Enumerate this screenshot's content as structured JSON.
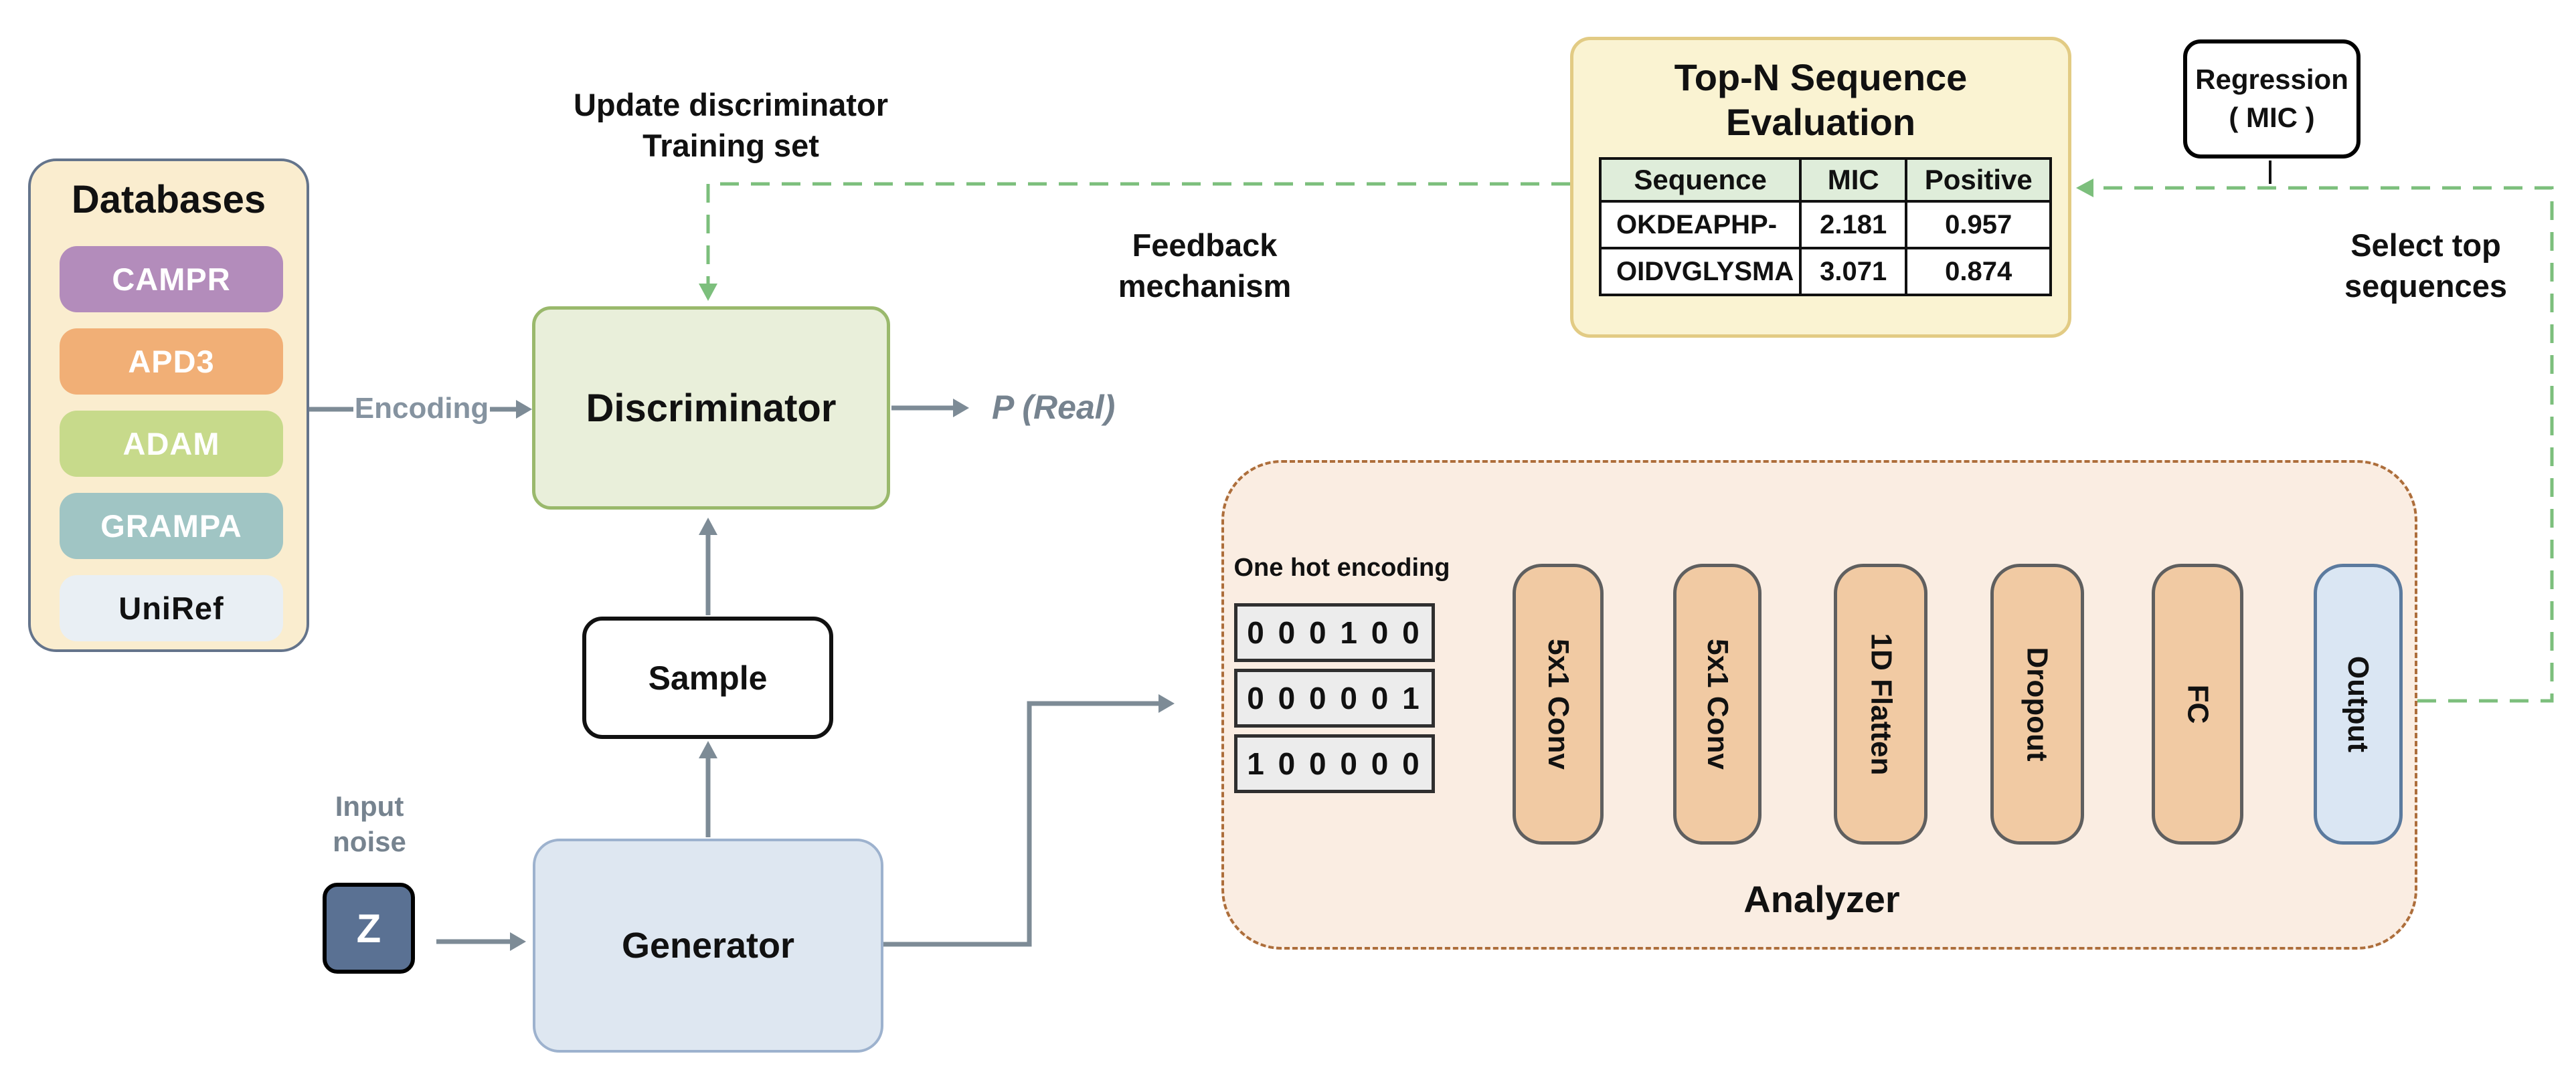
{
  "databases": {
    "title": "Databases",
    "items": [
      {
        "label": "CAMPR",
        "color": "#b38cbb"
      },
      {
        "label": "APD3",
        "color": "#f1af76"
      },
      {
        "label": "ADAM",
        "color": "#c7da8b"
      },
      {
        "label": "GRAMPA",
        "color": "#a0c5c4"
      },
      {
        "label": "UniRef",
        "color": "#e9eff4"
      }
    ]
  },
  "gan": {
    "encoding_label": "Encoding",
    "discriminator_label": "Discriminator",
    "p_real_label": "P (Real)",
    "sample_label": "Sample",
    "generator_label": "Generator",
    "input_noise_line1": "Input",
    "input_noise_line2": "noise",
    "noise_symbol": "Z"
  },
  "annotations": {
    "update_line1": "Update discriminator",
    "update_line2": "Training set",
    "feedback_line1": "Feedback",
    "feedback_line2": "mechanism",
    "select_line1": "Select top",
    "select_line2": "sequences"
  },
  "topn": {
    "title_line1": "Top-N Sequence",
    "title_line2": "Evaluation",
    "table": {
      "headers": [
        "Sequence",
        "MIC",
        "Positive"
      ],
      "rows": [
        [
          "OKDEAPHP-",
          "2.181",
          "0.957"
        ],
        [
          "OIDVGLYSMA",
          "3.071",
          "0.874"
        ]
      ]
    }
  },
  "regression": {
    "line1": "Regression",
    "line2": "( MIC )"
  },
  "analyzer": {
    "title": "Analyzer",
    "onehot_label": "One hot encoding",
    "onehot_rows": [
      "0 0 0 1 0 0",
      "0 0 0 0 0 1",
      "1 0 0 0 0 0"
    ],
    "blocks": [
      {
        "label": "5x1 Conv"
      },
      {
        "label": "5x1 Conv"
      },
      {
        "label": "1D Flatten"
      },
      {
        "label": "Dropout"
      },
      {
        "label": "FC"
      },
      {
        "label": "Output"
      }
    ]
  },
  "colors": {
    "feedback_green": "#7cbf7c",
    "arrow_gray": "#7d8b96",
    "analyzer_dash_brown": "#ad6e3b",
    "discriminator_fill": "#e9efda",
    "generator_fill": "#dee7f1",
    "topn_fill": "#faf3d2",
    "databases_fill": "#faedcf",
    "analyzer_fill": "#faede2",
    "block_fill": "#f1caa3",
    "output_fill": "#dae6f3",
    "table_header_fill": "#dfedda",
    "noise_fill": "#5a7193"
  }
}
